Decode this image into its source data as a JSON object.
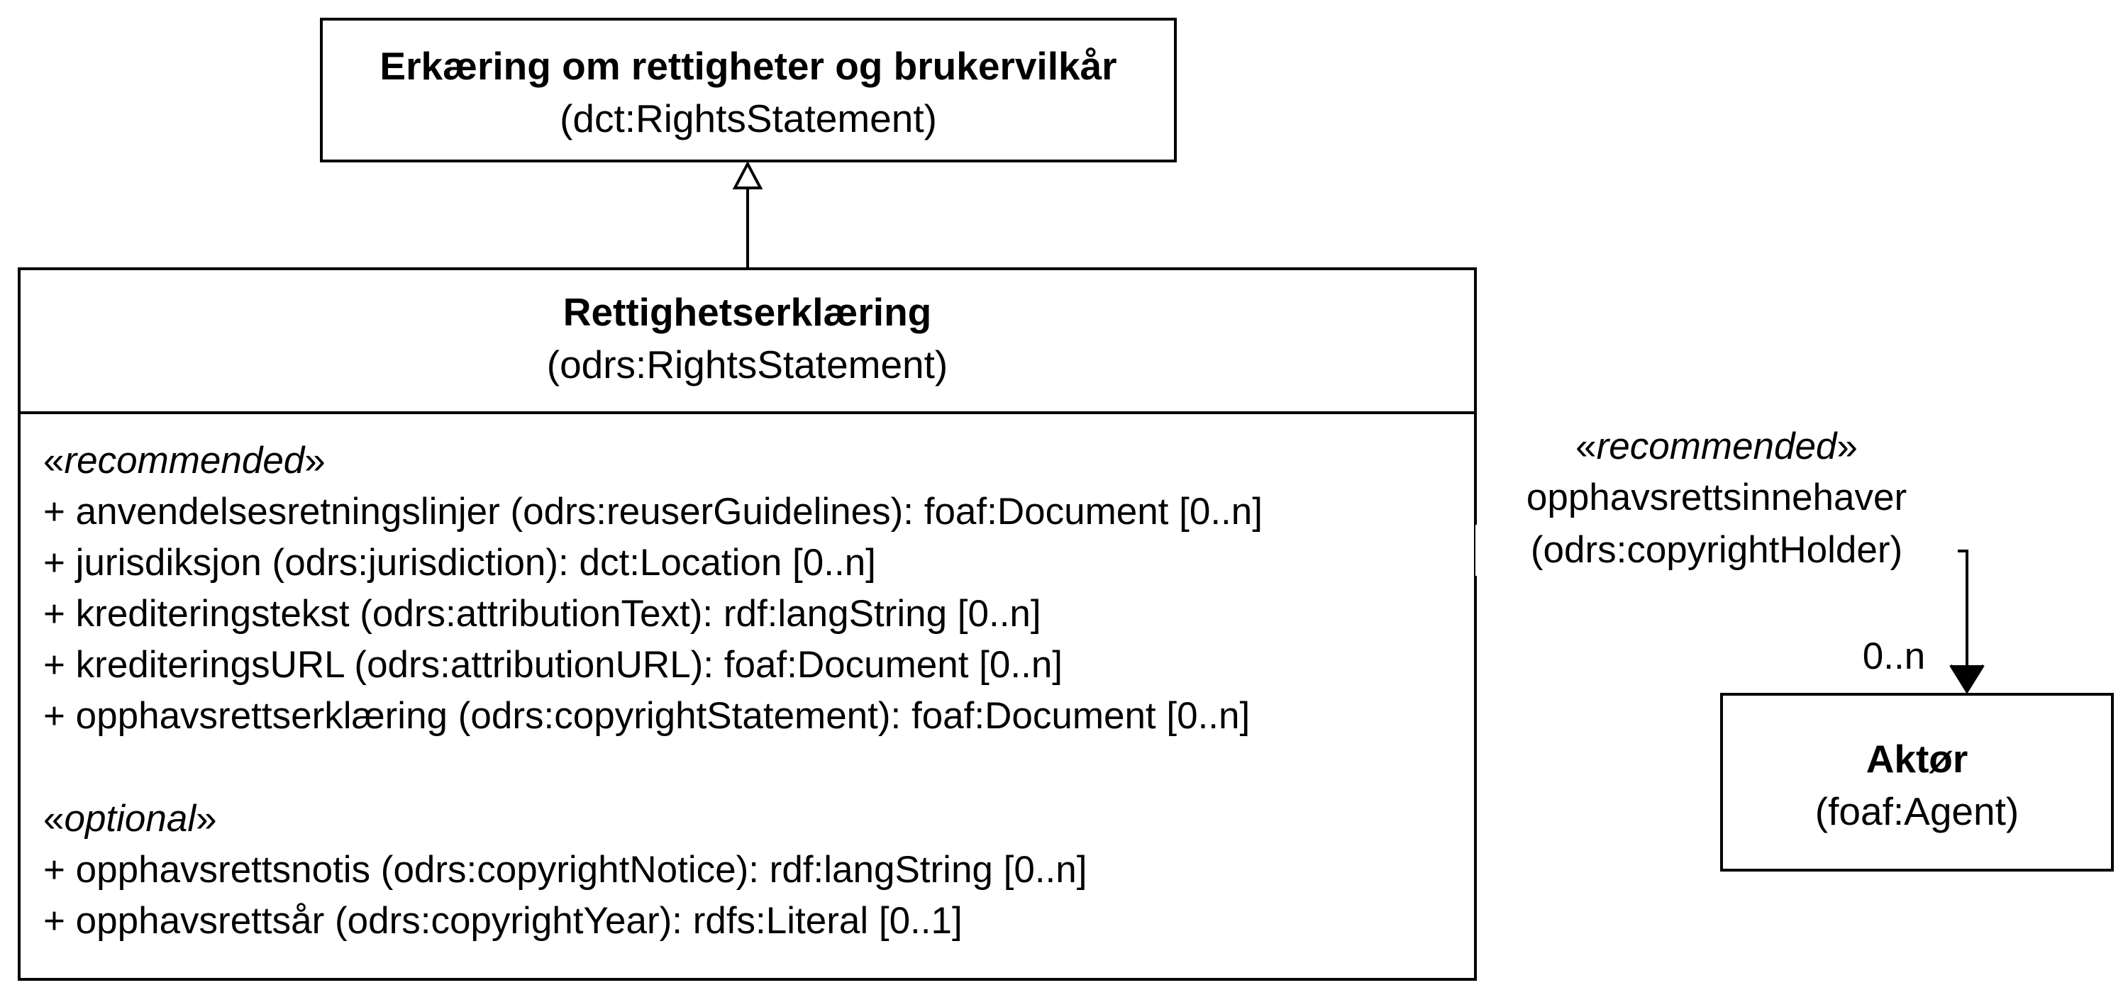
{
  "superclass": {
    "title": "Erkæring om rettigheter og brukervilkår",
    "identifier": "(dct:RightsStatement)"
  },
  "main_class": {
    "title": "Rettighetserklæring",
    "identifier": "(odrs:RightsStatement)",
    "groups": [
      {
        "stereotype": "recommended",
        "attributes": [
          "+ anvendelsesretningslinjer (odrs:reuserGuidelines): foaf:Document [0..n]",
          "+ jurisdiksjon (odrs:jurisdiction): dct:Location [0..n]",
          "+ krediteringstekst (odrs:attributionText): rdf:langString [0..n]",
          "+ krediteringsURL (odrs:attributionURL): foaf:Document [0..n]",
          "+ opphavsrettserklæring (odrs:copyrightStatement): foaf:Document [0..n]"
        ]
      },
      {
        "stereotype": "optional",
        "attributes": [
          "+ opphavsrettsnotis (odrs:copyrightNotice): rdf:langString [0..n]",
          "+ opphavsrettsår (odrs:copyrightYear): rdfs:Literal [0..1]"
        ]
      }
    ]
  },
  "association": {
    "stereotype": "recommended",
    "name": "opphavsrettsinnehaver",
    "identifier": "(odrs:copyrightHolder)",
    "multiplicity": "0..n"
  },
  "agent_class": {
    "title": "Aktør",
    "identifier": "(foaf:Agent)"
  }
}
